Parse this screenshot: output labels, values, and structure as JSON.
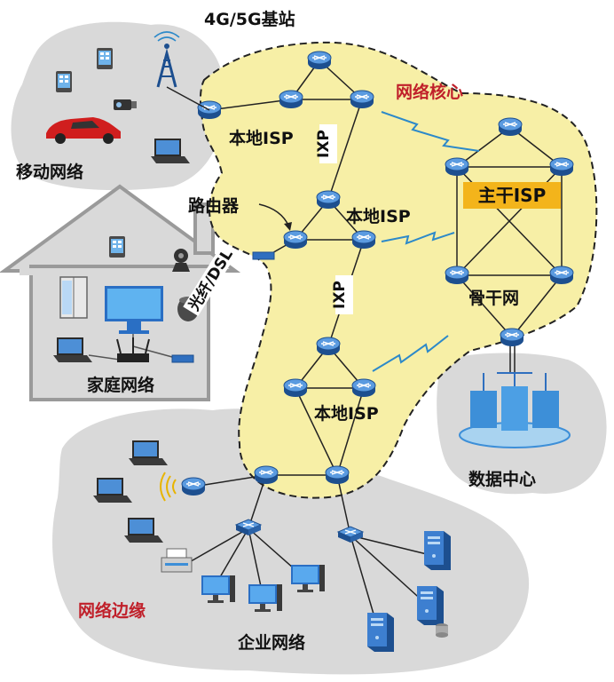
{
  "labels": {
    "base_station": "4G/5G基站",
    "mobile_network": "移动网络",
    "home_network": "家庭网络",
    "enterprise_network": "企业网络",
    "data_center": "数据中心",
    "network_core": "网络核心",
    "network_edge": "网络边缘",
    "local_isp_top": "本地ISP",
    "local_isp_mid": "本地ISP",
    "local_isp_bottom": "本地ISP",
    "ixp_top": "IXP",
    "ixp_mid": "IXP",
    "backbone_isp": "主干ISP",
    "backbone_net": "骨干网",
    "router": "路由器",
    "fiber_dsl": "光纤/DSL"
  },
  "colors": {
    "core_fill": "#f7efa6",
    "edge_fill": "#d9d9d9",
    "router_blue": "#2f6fbf",
    "highlight": "#f3b41b",
    "lightning": "#2c89c9",
    "accent_red": "#c0202a"
  },
  "icons": {
    "router": "router-icon",
    "tower": "cell-tower-icon",
    "phone": "phone-icon",
    "car": "car-icon",
    "camera": "camera-icon",
    "laptop": "laptop-icon",
    "fridge": "fridge-icon",
    "monitor": "monitor-icon",
    "speaker": "speaker-icon",
    "wifi_router": "wifi-router-icon",
    "modem": "modem-icon",
    "server": "server-icon",
    "printer": "printer-icon",
    "switch": "switch-icon",
    "wireless_ap": "wireless-ap-icon",
    "database": "database-icon"
  }
}
